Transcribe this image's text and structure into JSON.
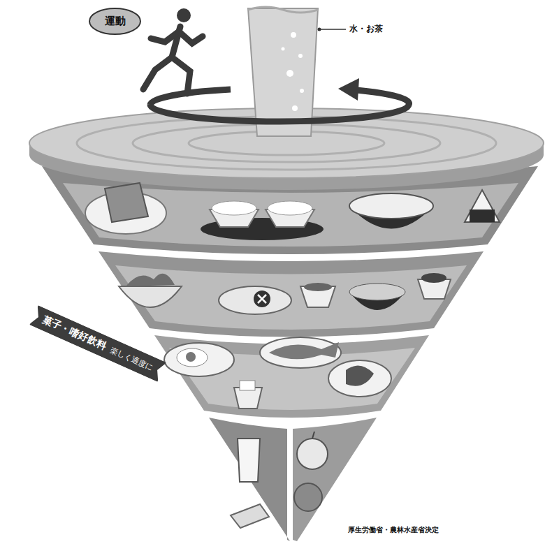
{
  "diagram": {
    "nodes": [
      {
        "text": [
          "運動"
        ]
      },
      {
        "text": [
          "菓子・嗜好飲料",
          "楽しく適度に"
        ]
      }
    ],
    "labels": [
      "水・お茶",
      "厚生労働省・農林水産省決定"
    ]
  }
}
